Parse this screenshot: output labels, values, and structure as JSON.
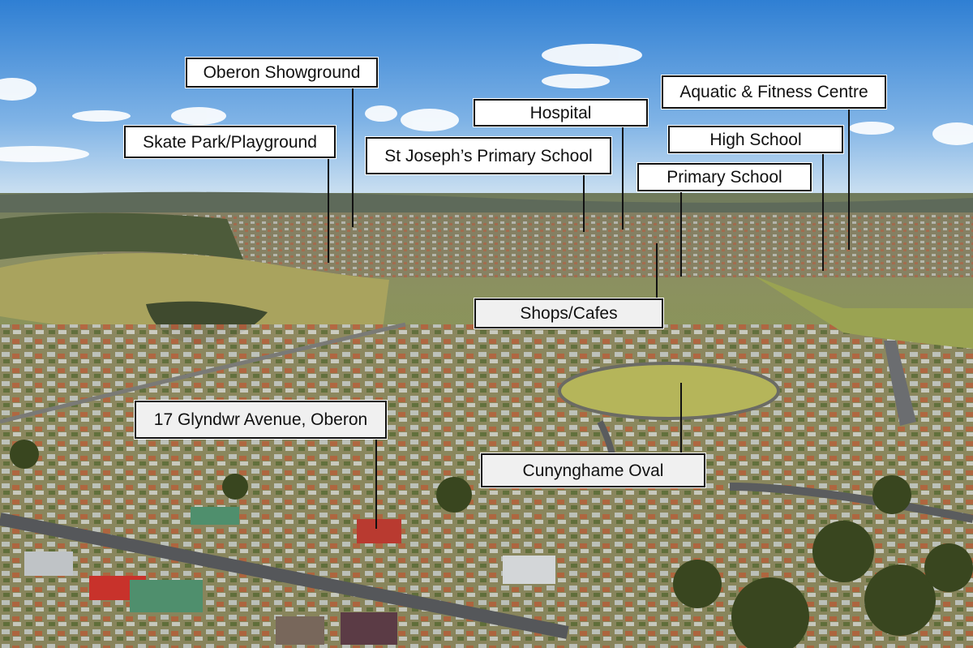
{
  "labels": {
    "oberon_showground": "Oberon Showground",
    "aquatic_fitness": "Aquatic & Fitness Centre",
    "hospital": "Hospital",
    "skate_park": "Skate Park/Playground",
    "st_josephs": "St Joseph’s Primary School",
    "high_school": "High School",
    "primary_school": "Primary School",
    "shops_cafes": "Shops/Cafes",
    "property": "17 Glyndwr Avenue, Oberon",
    "cunynghame_oval": "Cunynghame Oval"
  },
  "colors": {
    "sky_top": "#3a86d6",
    "sky_horizon": "#cfe2f2",
    "grass": "#9aa64a",
    "oval": "#b5b55a",
    "label_border": "#111111",
    "label_fill": "#ffffff"
  }
}
